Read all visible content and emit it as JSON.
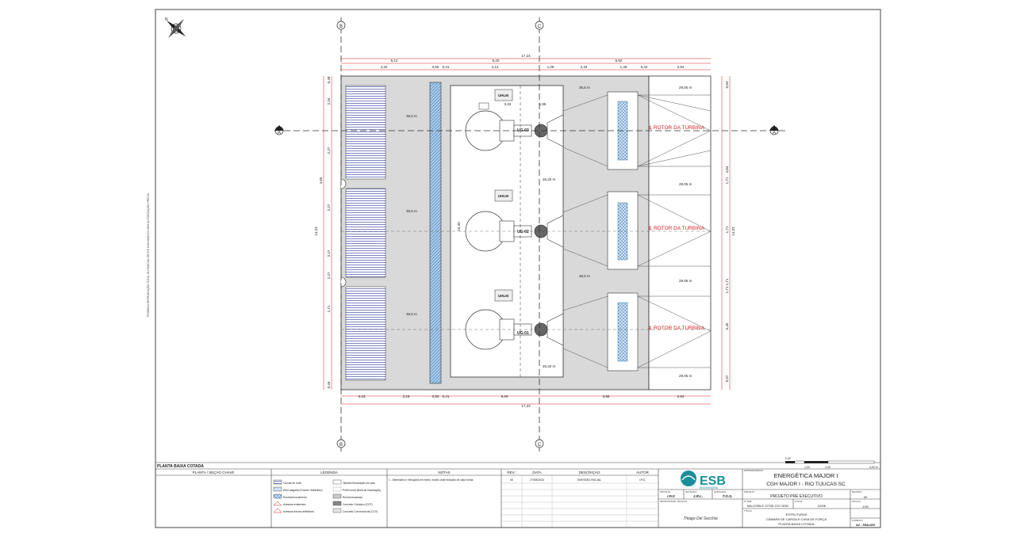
{
  "drawing": {
    "plan_title": "PLANTA BAIXA COTADA",
    "section_markers": {
      "a": "A",
      "b": "B",
      "c": "C"
    },
    "rotor_label": "℄ ROTOR DA TURBINA",
    "units": [
      "UG-03",
      "UG-02",
      "UG-01"
    ],
    "uhlm": "UHLM",
    "elevations": {
      "e1": "36,5 m",
      "e2": "26,32 m",
      "e3": "29,05 m"
    },
    "dims_top": {
      "total": "17,24",
      "r1": [
        "5,12",
        "5,20",
        "6,92"
      ],
      "r2": [
        "4,20",
        "0,50",
        "0,41",
        "4,12",
        "1,09",
        "2,34",
        "1,49",
        "0,44",
        "2,94"
      ]
    },
    "dims_bottom": {
      "r1": [
        "2,15",
        "2,15",
        "0,50",
        "0,41",
        "5,20",
        "3,98",
        "2,94"
      ],
      "total": "17,23"
    },
    "dims_left": [
      "0,48",
      "2,34",
      "2,27",
      "2,27",
      "4,65",
      "2,27",
      "2,27",
      "1,71",
      "0,49",
      "14,23"
    ],
    "dims_right": [
      "0,84",
      "4,84",
      "1,71",
      "1,71",
      "1,71",
      "1,71",
      "5,45",
      "0,97",
      "14,23"
    ],
    "dims_inner": [
      "3,32",
      "1,85",
      "10,30"
    ],
    "side_note": "PROIBIDA REPRODUÇÃO TOTAL OU PARCIAL DESTE DOCUMENTO SEM AUTORIZAÇÃO PRÉVIA"
  },
  "scale_bar": {
    "ticks": [
      "0,00",
      "1,00",
      "2,00",
      "4,00 m"
    ]
  },
  "title_block": {
    "planta_header": "PLANTA / SEÇÃO CHAVE",
    "legend_header": "LEGENDA",
    "notes_header": "NOTAS",
    "legend_col1": [
      "Curvas de nível",
      "Área alagada (Circuito Hidráulico)",
      "Rocha/enrocamento",
      "Acessos existentes",
      "Acessos futuros definitivos"
    ],
    "legend_col2": [
      "Taludes Escavação em solo",
      "Perfil rocha (linha de escavação)",
      "Rocha escavada",
      "Concreto Ciclópico (CCP)",
      "Concreto Convencional (CCV)"
    ],
    "note_1": "1 - Dimensões e elevações em metro, exceto onde indicado de outra forma.",
    "rev_headers": {
      "rev": "REV.:",
      "data": "DATA",
      "descricao": "DESCRIÇÃO",
      "autor": "AUTOR"
    },
    "rev_row": {
      "rev": "00",
      "data": "27/08/2024",
      "descricao": "EMISSÃO INICIAL",
      "autor": "I.P.G."
    },
    "company": "ESB",
    "company_sub": "ENGENHARIA",
    "sign_labels": {
      "projeto": "PROJETO",
      "revisado": "REVISADO",
      "aprovado": "APROVADO",
      "resp": "RESPONSÁVEL TÉCNICO"
    },
    "sign_values": {
      "projeto": "I.P.G",
      "revisado": "J.R.L.",
      "aprovado": "T.O.S."
    },
    "signature": "Thiago Del Secchio",
    "client_label": "EMPREENDEDOR",
    "client_name": "ENERGÉTICA MAJOR I",
    "project_name": "CGH MAJOR I - RIO TIJUCAS SC",
    "revision_label": "REVISÃO",
    "revision_value": "00",
    "phase_label": "PROJETO",
    "phase_value": "PROJETO PRÉ EXECUTIVO",
    "doc_label": "Nº ESB",
    "doc_number": "MAJ-ESB-E-CFDE-C07-0002",
    "sheet_label": "FOLHA",
    "sheet_value": "02/06",
    "scale_label": "ESCALA",
    "scale_value": "1:60",
    "title_label": "TÍTULO",
    "title_lines": [
      "ESTRUTURAS",
      "CÂMARA DE CARGA E  CASA DE FORÇA",
      "PLANTA BAIXA COTADA"
    ],
    "format_label": "FORMATO",
    "format_value": "A2 - 594x420"
  },
  "colors": {
    "line": "#333333",
    "red": "#d22020",
    "blue": "#7aa6d8",
    "concrete": "#d9d9d9",
    "brand": "#1a8f9a"
  }
}
